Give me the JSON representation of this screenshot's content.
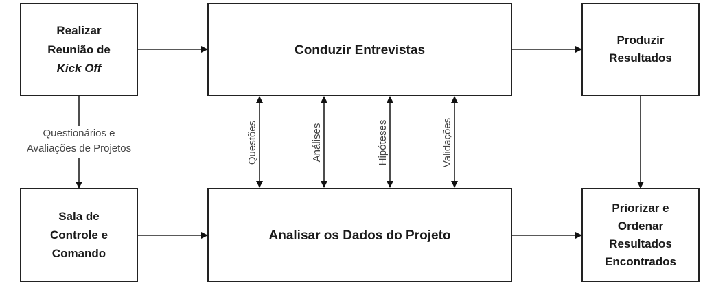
{
  "boxes": {
    "kickoff": {
      "lines": [
        "Realizar",
        "Reunião de",
        "Kick Off"
      ]
    },
    "interviews": {
      "label": "Conduzir Entrevistas"
    },
    "produce": {
      "lines": [
        "Produzir",
        "Resultados"
      ]
    },
    "control": {
      "lines": [
        "Sala de",
        "Controle e",
        "Comando"
      ]
    },
    "analyze": {
      "label": "Analisar os Dados do Projeto"
    },
    "prioritize": {
      "lines": [
        "Priorizar e",
        "Ordenar",
        "Resultados",
        "Encontrados"
      ]
    }
  },
  "edges": {
    "kickoff_to_control": [
      "Questionários e",
      "Avaliações de Projetos"
    ],
    "vertical": [
      "Questões",
      "Análises",
      "Hipóteses",
      "Validações"
    ]
  }
}
